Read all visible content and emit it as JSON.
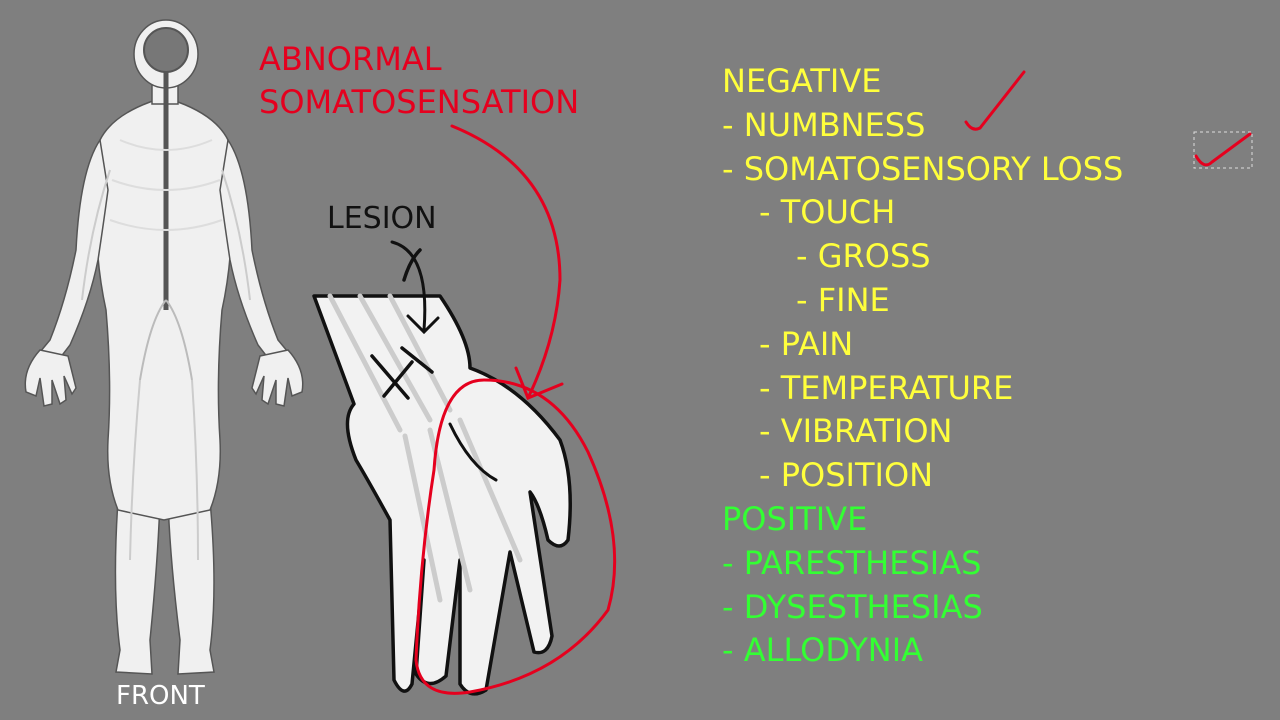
{
  "colors": {
    "background": "#7f7f7f",
    "negative": "#ffff3c",
    "positive": "#33ff33",
    "annotation": "#e5001e",
    "text_dark": "#111111",
    "text_light": "#ffffff",
    "body_fill": "#f0f0f0"
  },
  "figure": {
    "body_caption": "FRONT",
    "lesion_label": "LESION",
    "title_line1": "ABNORMAL",
    "title_line2": "SOMATOSENSATION"
  },
  "negative": {
    "heading": "NEGATIVE",
    "items": [
      {
        "text": "- NUMBNESS",
        "level": 1,
        "checked": true
      },
      {
        "text": "- SOMATOSENSORY LOSS",
        "level": 1,
        "checked": true
      },
      {
        "text": "- TOUCH",
        "level": 2
      },
      {
        "text": "- GROSS",
        "level": 3
      },
      {
        "text": "- FINE",
        "level": 3
      },
      {
        "text": "- PAIN",
        "level": 2
      },
      {
        "text": "- TEMPERATURE",
        "level": 2
      },
      {
        "text": "- VIBRATION",
        "level": 2
      },
      {
        "text": "- POSITION",
        "level": 2
      }
    ]
  },
  "positive": {
    "heading": "POSITIVE",
    "items": [
      {
        "text": "- PARESTHESIAS",
        "level": 1
      },
      {
        "text": "- DYSESTHESIAS",
        "level": 1
      },
      {
        "text": "- ALLODYNIA",
        "level": 1
      }
    ]
  }
}
